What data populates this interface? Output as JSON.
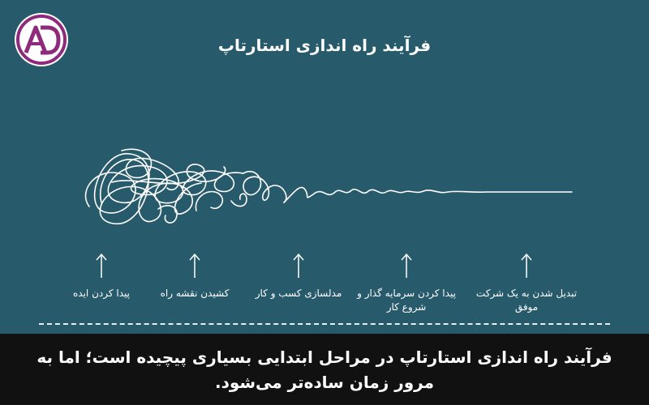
{
  "title": "فرآیند راه اندازی استارتاپ",
  "logo": {
    "text": "AD",
    "accent_color": "#8e2a7c"
  },
  "stages": [
    {
      "label": "تبدیل شدن به یک شرکت موفق"
    },
    {
      "label": "پیدا کردن سرمایه گذار و شروع کار"
    },
    {
      "label": "مدلسازی کسب و کار"
    },
    {
      "label": "کشیدن نقشه راه"
    },
    {
      "label": "پیدا کردن ایده"
    }
  ],
  "caption": "فرآیند راه اندازی استارتاپ در مراحل ابتدایی بسیاری پیچیده است؛ اما به مرور زمان ساده‌تر می‌شود.",
  "colors": {
    "background": "#275a6b",
    "banner": "#111111",
    "line": "#ffffff"
  },
  "icons": [
    "up-arrow-icon"
  ]
}
